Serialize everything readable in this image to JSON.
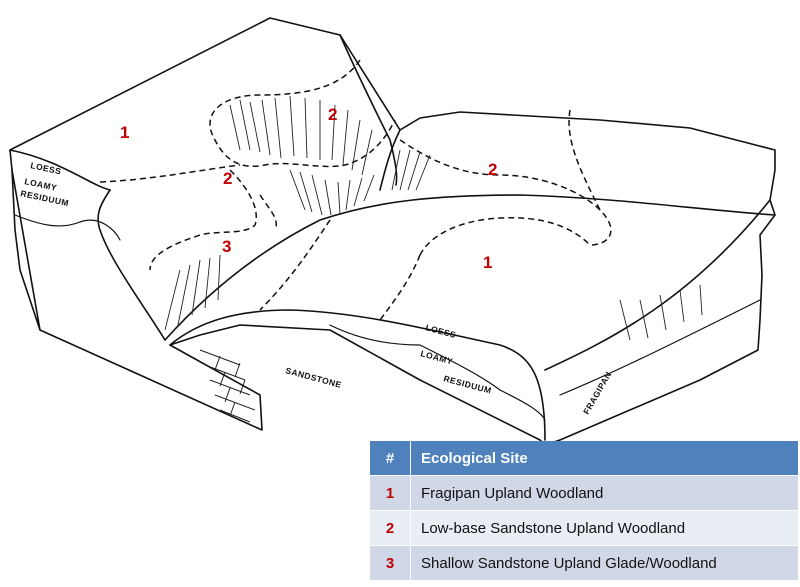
{
  "diagram": {
    "site_labels": [
      "1",
      "2",
      "2",
      "3",
      "2",
      "1"
    ],
    "layer_labels": {
      "loess_left": "LOESS",
      "loamy_left": "LOAMY",
      "residuum_left": "RESIDUUM",
      "loess_front": "LOESS",
      "loamy_front": "LOAMY",
      "residuum_front": "RESIDUUM",
      "sandstone": "SANDSTONE",
      "fragipan": "FRAGIPAN"
    }
  },
  "legend": {
    "header": {
      "num": "#",
      "site": "Ecological Site"
    },
    "rows": [
      {
        "num": "1",
        "site": "Fragipan Upland Woodland"
      },
      {
        "num": "2",
        "site": "Low-base Sandstone Upland Woodland"
      },
      {
        "num": "3",
        "site": "Shallow Sandstone Upland Glade/Woodland"
      }
    ]
  }
}
